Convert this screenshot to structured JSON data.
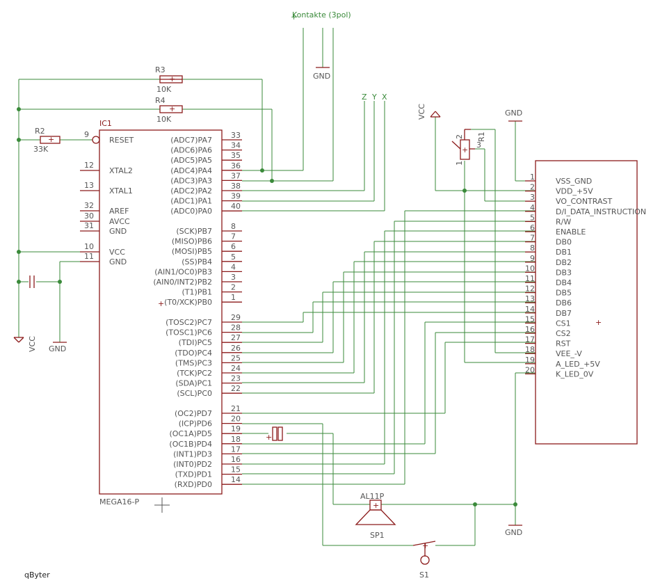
{
  "schematic": {
    "connector": {
      "label": "Kontakte (3pol)"
    },
    "axis_labels": [
      "Z",
      "Y",
      "X"
    ],
    "resistors": [
      {
        "name": "R3",
        "value": "10K"
      },
      {
        "name": "R4",
        "value": "10K"
      },
      {
        "name": "R2",
        "value": "33K"
      }
    ],
    "pot": {
      "name": "R1",
      "pins": [
        "2",
        "1",
        "3"
      ]
    },
    "ic": {
      "name": "IC1",
      "type": "MEGA16-P",
      "left_pins": [
        {
          "num": "9",
          "label": "RESET"
        },
        {
          "num": "12",
          "label": "XTAL2"
        },
        {
          "num": "13",
          "label": "XTAL1"
        },
        {
          "num": "32",
          "label": "AREF"
        },
        {
          "num": "30",
          "label": "AVCC"
        },
        {
          "num": "31",
          "label": "GND"
        },
        {
          "num": "10",
          "label": "VCC"
        },
        {
          "num": "11",
          "label": "GND"
        }
      ],
      "right_pins": [
        {
          "num": "33",
          "label": "(ADC7)PA7"
        },
        {
          "num": "34",
          "label": "(ADC6)PA6"
        },
        {
          "num": "35",
          "label": "(ADC5)PA5"
        },
        {
          "num": "36",
          "label": "(ADC4)PA4"
        },
        {
          "num": "37",
          "label": "(ADC3)PA3"
        },
        {
          "num": "38",
          "label": "(ADC2)PA2"
        },
        {
          "num": "39",
          "label": "(ADC1)PA1"
        },
        {
          "num": "40",
          "label": "(ADC0)PA0"
        },
        {
          "num": "8",
          "label": "(SCK)PB7"
        },
        {
          "num": "7",
          "label": "(MISO)PB6"
        },
        {
          "num": "6",
          "label": "(MOSI)PB5"
        },
        {
          "num": "5",
          "label": "(SS)PB4"
        },
        {
          "num": "4",
          "label": "(AIN1/OC0)PB3"
        },
        {
          "num": "3",
          "label": "(AIN0/INT2)PB2"
        },
        {
          "num": "2",
          "label": "(T1)PB1"
        },
        {
          "num": "1",
          "label": "(T0/XCK)PB0"
        },
        {
          "num": "29",
          "label": "(TOSC2)PC7"
        },
        {
          "num": "28",
          "label": "(TOSC1)PC6"
        },
        {
          "num": "27",
          "label": "(TDI)PC5"
        },
        {
          "num": "26",
          "label": "(TDO)PC4"
        },
        {
          "num": "25",
          "label": "(TMS)PC3"
        },
        {
          "num": "24",
          "label": "(TCK)PC2"
        },
        {
          "num": "23",
          "label": "(SDA)PC1"
        },
        {
          "num": "22",
          "label": "(SCL)PC0"
        },
        {
          "num": "21",
          "label": "(OC2)PD7"
        },
        {
          "num": "20",
          "label": "(ICP)PD6"
        },
        {
          "num": "19",
          "label": "(OC1A)PD5"
        },
        {
          "num": "18",
          "label": "(OC1B)PD4"
        },
        {
          "num": "17",
          "label": "(INT1)PD3"
        },
        {
          "num": "16",
          "label": "(INT0)PD2"
        },
        {
          "num": "15",
          "label": "(TXD)PD1"
        },
        {
          "num": "14",
          "label": "(RXD)PD0"
        }
      ]
    },
    "lcd": {
      "pins": [
        {
          "num": "1",
          "label": "VSS_GND"
        },
        {
          "num": "2",
          "label": "VDD_+5V"
        },
        {
          "num": "3",
          "label": "VO_CONTRAST"
        },
        {
          "num": "4",
          "label": "D/I_DATA_INSTRUCTION"
        },
        {
          "num": "5",
          "label": "R/W"
        },
        {
          "num": "6",
          "label": "ENABLE"
        },
        {
          "num": "7",
          "label": "DB0"
        },
        {
          "num": "8",
          "label": "DB1"
        },
        {
          "num": "9",
          "label": "DB2"
        },
        {
          "num": "10",
          "label": "DB3"
        },
        {
          "num": "11",
          "label": "DB4"
        },
        {
          "num": "12",
          "label": "DB5"
        },
        {
          "num": "13",
          "label": "DB6"
        },
        {
          "num": "14",
          "label": "DB7"
        },
        {
          "num": "15",
          "label": "CS1"
        },
        {
          "num": "16",
          "label": "CS2"
        },
        {
          "num": "17",
          "label": "RST"
        },
        {
          "num": "18",
          "label": "VEE_-V"
        },
        {
          "num": "19",
          "label": "A_LED_+5V"
        },
        {
          "num": "20",
          "label": "K_LED_0V"
        }
      ]
    },
    "power": {
      "vcc": "VCC",
      "gnd": "GND"
    },
    "speaker": {
      "name": "SP1",
      "type": "AL11P"
    },
    "switch": {
      "name": "S1"
    },
    "author": "qByter",
    "colors": {
      "wire": "#3a8a3a",
      "part": "#8b1a1a"
    }
  }
}
